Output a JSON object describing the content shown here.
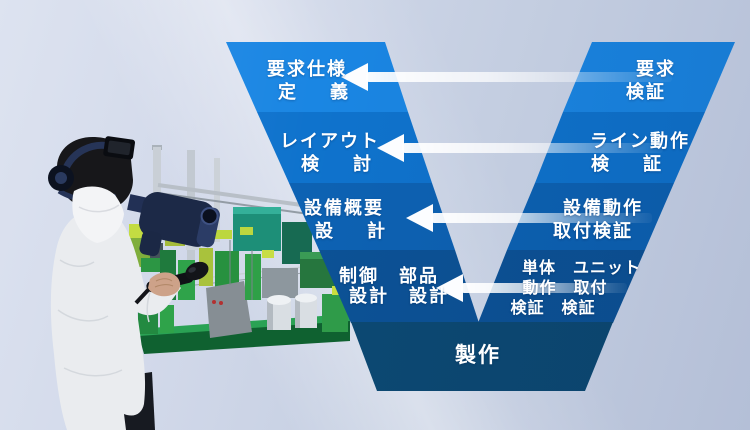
{
  "diagram": {
    "left_stages": [
      {
        "lines": [
          "要求仕様",
          "定　義"
        ]
      },
      {
        "lines": [
          "レイアウト",
          "検　討"
        ]
      },
      {
        "lines": [
          "設備概要",
          "設　計"
        ]
      },
      {
        "lines": [
          "制御　部品",
          "設計　設計"
        ]
      }
    ],
    "right_stages": [
      {
        "lines": [
          "要求",
          "検証"
        ]
      },
      {
        "lines": [
          "ライン動作",
          "検　証"
        ]
      },
      {
        "lines": [
          "設備動作",
          "取付検証"
        ]
      },
      {
        "lines": [
          "単体　ユニット",
          "動作　取付",
          "検証　検証"
        ]
      }
    ],
    "bottom_stage": {
      "label": "製作"
    },
    "colors": {
      "stage1": "#1a86e3",
      "stage2": "#0f73cd",
      "stage3": "#0d62b3",
      "stage4": "#0c5296",
      "bottom": "#0c4973",
      "arrow": "#ffffff",
      "text": "#ffffff"
    }
  },
  "photo": {
    "colors": {
      "shirt": "#eaecef",
      "headset": "#1c2947",
      "hair": "#17171a",
      "model_green": "#2fa047",
      "model_base": "#0f6130",
      "model_teal": "#1d8f78",
      "mast_gray": "#c9cfd6"
    }
  }
}
